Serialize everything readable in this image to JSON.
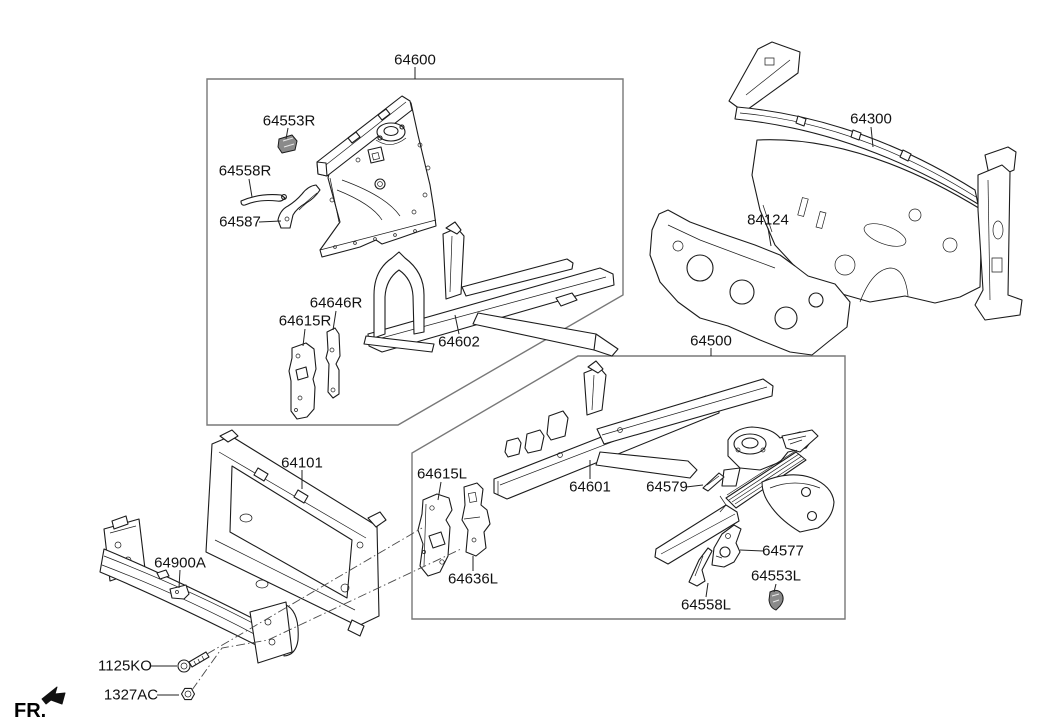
{
  "diagram": {
    "fr_indicator": "FR.",
    "callouts": {
      "64600": "64600",
      "64553R": "64553R",
      "64558R": "64558R",
      "64587": "64587",
      "64646R": "64646R",
      "64615R": "64615R",
      "64602": "64602",
      "64300": "64300",
      "84124": "84124",
      "64500": "64500",
      "64101": "64101",
      "64615L": "64615L",
      "64636L": "64636L",
      "64601": "64601",
      "64579": "64579",
      "64577": "64577",
      "64553L": "64553L",
      "64558L": "64558L",
      "64900A": "64900A",
      "1125KO": "1125KO",
      "1327AC": "1327AC"
    },
    "colors": {
      "line": "#1c1c1c",
      "assembly_box_outline": "#787878",
      "background": "#ffffff",
      "label_text": "#111111",
      "shaded_clip": "#8a8a8a"
    }
  }
}
